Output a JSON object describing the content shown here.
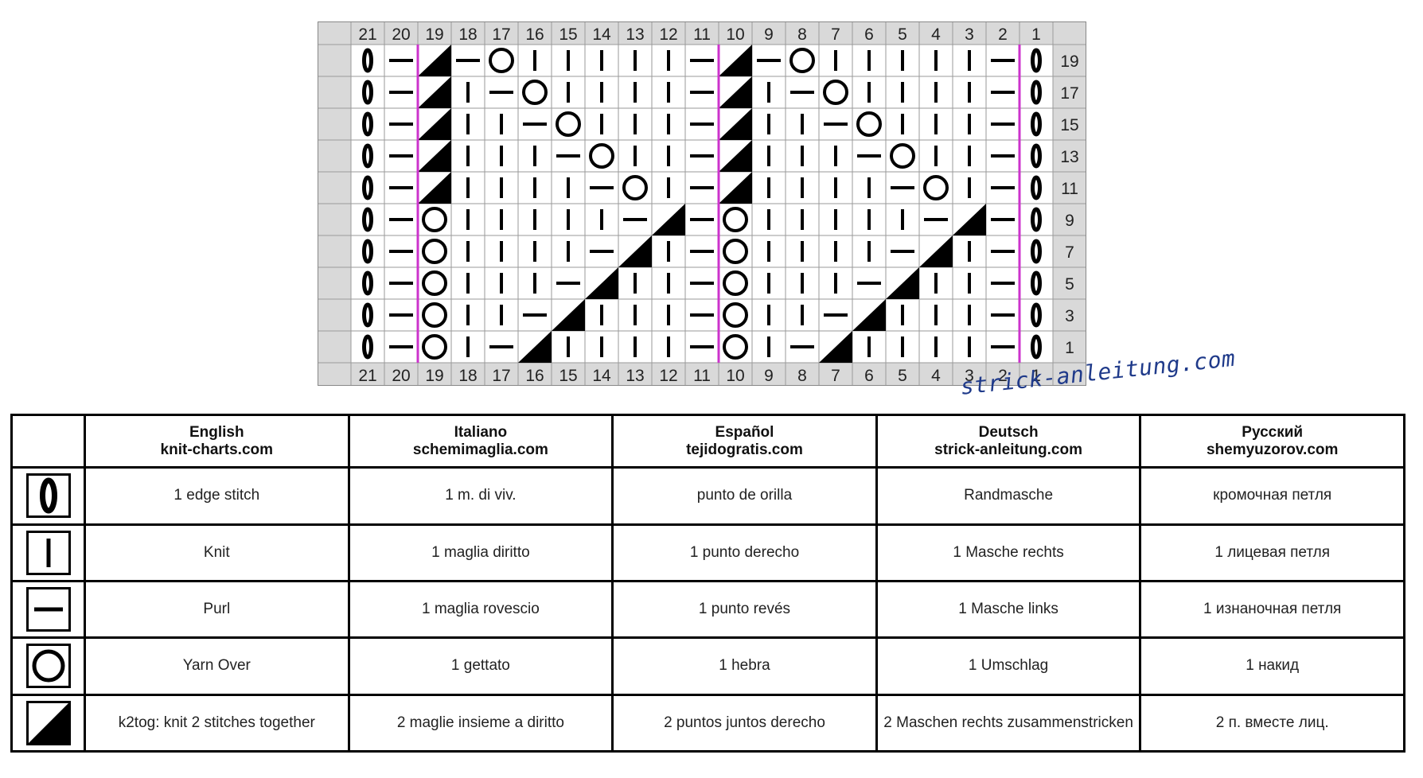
{
  "chart": {
    "stitch_columns": [
      "21",
      "20",
      "19",
      "18",
      "17",
      "16",
      "15",
      "14",
      "13",
      "12",
      "11",
      "10",
      "9",
      "8",
      "7",
      "6",
      "5",
      "4",
      "3",
      "2",
      "1"
    ],
    "row_numbers": [
      "19",
      "17",
      "15",
      "13",
      "11",
      "9",
      "7",
      "5",
      "3",
      "1"
    ],
    "pattern_repeat_columns": [
      "19",
      "10",
      "1"
    ],
    "rows": [
      [
        "edge",
        "purl",
        "k2tog",
        "purl",
        "yo",
        "knit",
        "knit",
        "knit",
        "knit",
        "knit",
        "purl",
        "k2tog",
        "purl",
        "yo",
        "knit",
        "knit",
        "knit",
        "knit",
        "knit",
        "purl",
        "edge"
      ],
      [
        "edge",
        "purl",
        "k2tog",
        "knit",
        "purl",
        "yo",
        "knit",
        "knit",
        "knit",
        "knit",
        "purl",
        "k2tog",
        "knit",
        "purl",
        "yo",
        "knit",
        "knit",
        "knit",
        "knit",
        "purl",
        "edge"
      ],
      [
        "edge",
        "purl",
        "k2tog",
        "knit",
        "knit",
        "purl",
        "yo",
        "knit",
        "knit",
        "knit",
        "purl",
        "k2tog",
        "knit",
        "knit",
        "purl",
        "yo",
        "knit",
        "knit",
        "knit",
        "purl",
        "edge"
      ],
      [
        "edge",
        "purl",
        "k2tog",
        "knit",
        "knit",
        "knit",
        "purl",
        "yo",
        "knit",
        "knit",
        "purl",
        "k2tog",
        "knit",
        "knit",
        "knit",
        "purl",
        "yo",
        "knit",
        "knit",
        "purl",
        "edge"
      ],
      [
        "edge",
        "purl",
        "k2tog",
        "knit",
        "knit",
        "knit",
        "knit",
        "purl",
        "yo",
        "knit",
        "purl",
        "k2tog",
        "knit",
        "knit",
        "knit",
        "knit",
        "purl",
        "yo",
        "knit",
        "purl",
        "edge"
      ],
      [
        "edge",
        "purl",
        "yo",
        "knit",
        "knit",
        "knit",
        "knit",
        "knit",
        "purl",
        "k2tog",
        "purl",
        "yo",
        "knit",
        "knit",
        "knit",
        "knit",
        "knit",
        "purl",
        "k2tog",
        "purl",
        "edge"
      ],
      [
        "edge",
        "purl",
        "yo",
        "knit",
        "knit",
        "knit",
        "knit",
        "purl",
        "k2tog",
        "knit",
        "purl",
        "yo",
        "knit",
        "knit",
        "knit",
        "knit",
        "purl",
        "k2tog",
        "knit",
        "purl",
        "edge"
      ],
      [
        "edge",
        "purl",
        "yo",
        "knit",
        "knit",
        "knit",
        "purl",
        "k2tog",
        "knit",
        "knit",
        "purl",
        "yo",
        "knit",
        "knit",
        "knit",
        "purl",
        "k2tog",
        "knit",
        "knit",
        "purl",
        "edge"
      ],
      [
        "edge",
        "purl",
        "yo",
        "knit",
        "knit",
        "purl",
        "k2tog",
        "knit",
        "knit",
        "knit",
        "purl",
        "yo",
        "knit",
        "knit",
        "purl",
        "k2tog",
        "knit",
        "knit",
        "knit",
        "purl",
        "edge"
      ],
      [
        "edge",
        "purl",
        "yo",
        "knit",
        "purl",
        "k2tog",
        "knit",
        "knit",
        "knit",
        "knit",
        "purl",
        "yo",
        "knit",
        "purl",
        "k2tog",
        "knit",
        "knit",
        "knit",
        "knit",
        "purl",
        "edge"
      ]
    ],
    "colors": {
      "header_fill": "#d9d9d9",
      "grid": "#9a9a9a",
      "repeat_line": "#cc33cc",
      "symbol": "#000000"
    }
  },
  "watermark": "strick-anleitung.com",
  "legend": {
    "headers": [
      {
        "lang": "English",
        "site": "knit-charts.com"
      },
      {
        "lang": "Italiano",
        "site": "schemimaglia.com"
      },
      {
        "lang": "Español",
        "site": "tejidogratis.com"
      },
      {
        "lang": "Deutsch",
        "site": "strick-anleitung.com"
      },
      {
        "lang": "Русский",
        "site": "shemyuzorov.com"
      }
    ],
    "rows": [
      {
        "symbol": "edge-stitch-icon",
        "texts": [
          "1 edge stitch",
          "1 m. di viv.",
          "punto de orilla",
          "Randmasche",
          "кромочная петля"
        ]
      },
      {
        "symbol": "knit-icon",
        "texts": [
          "Knit",
          "1 maglia diritto",
          "1 punto derecho",
          "1 Masche rechts",
          "1 лицевая петля"
        ]
      },
      {
        "symbol": "purl-icon",
        "texts": [
          "Purl",
          "1 maglia rovescio",
          "1 punto revés",
          "1 Masche links",
          "1 изнаночная петля"
        ]
      },
      {
        "symbol": "yarn-over-icon",
        "texts": [
          "Yarn Over",
          "1 gettato",
          "1 hebra",
          "1 Umschlag",
          "1 накид"
        ]
      },
      {
        "symbol": "k2tog-icon",
        "texts": [
          "k2tog: knit 2 stitches together",
          "2 maglie insieme a diritto",
          "2 puntos juntos derecho",
          "2 Maschen rechts zusammenstricken",
          "2 п. вместе лиц."
        ]
      }
    ]
  }
}
